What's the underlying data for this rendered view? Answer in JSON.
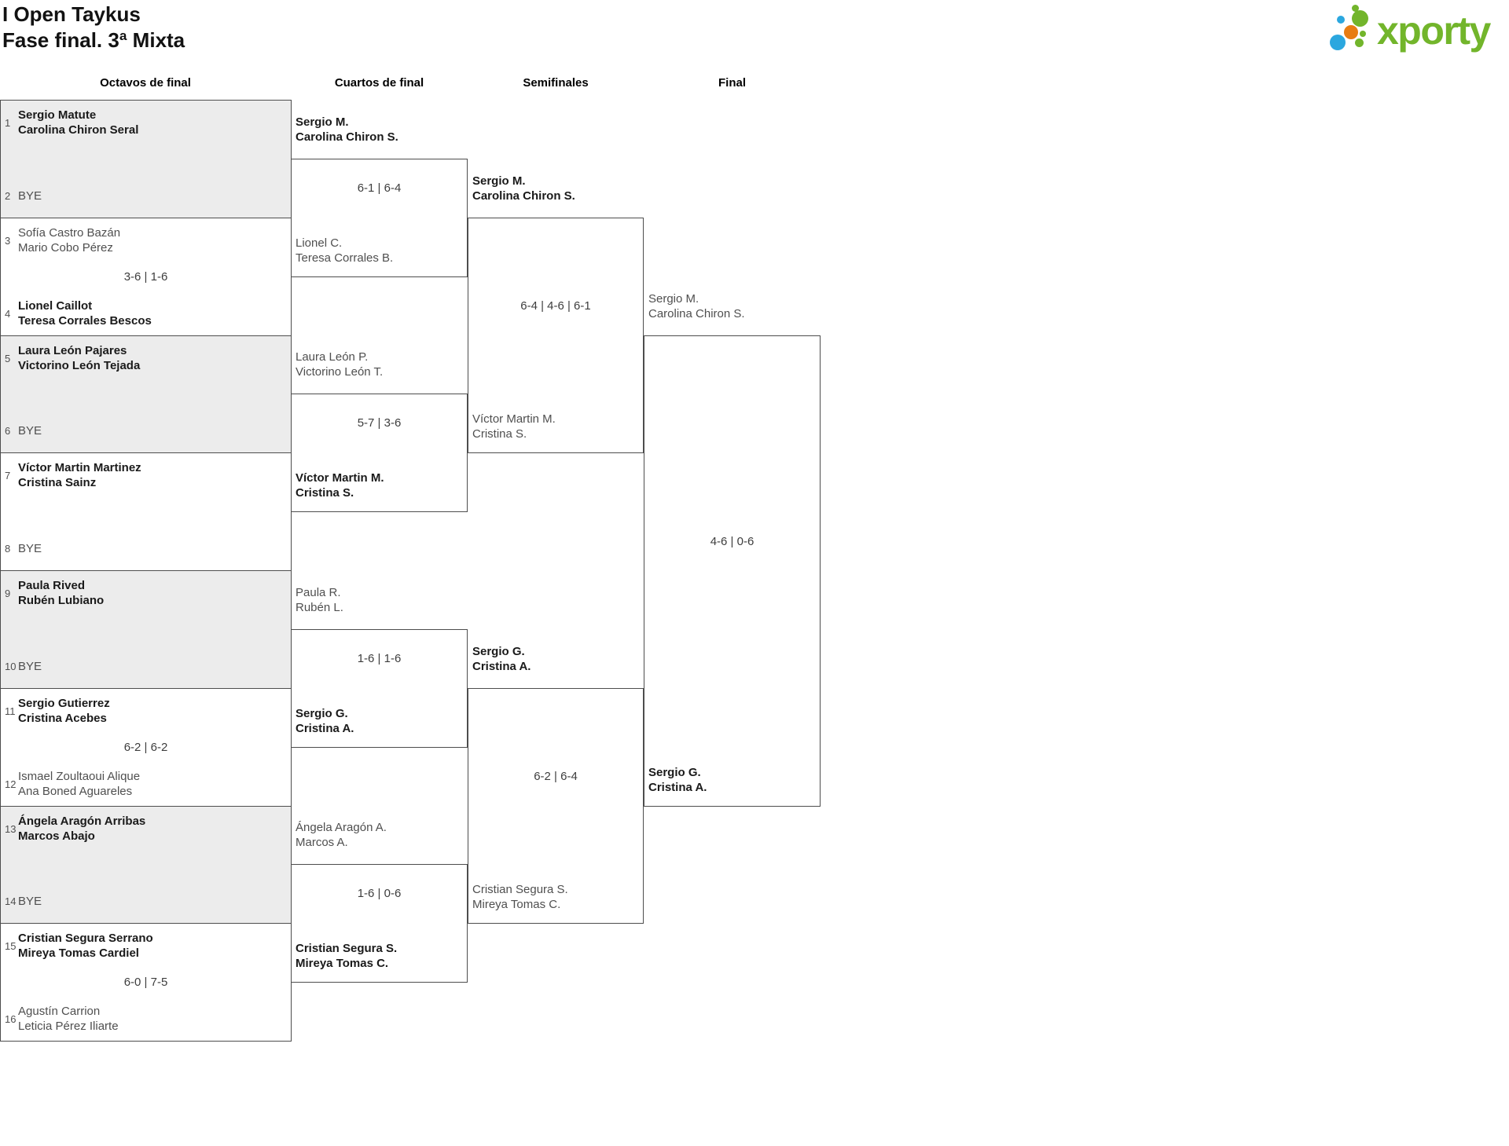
{
  "header": {
    "title_line1": "I Open Taykus",
    "title_line2": "Fase final. 3ª Mixta"
  },
  "logo": {
    "brand": "xporty",
    "green": "#72b52b",
    "blue": "#2ba7df",
    "orange": "#e87c12"
  },
  "rounds": {
    "r16": "Octavos de final",
    "qf": "Cuartos de final",
    "sf": "Semifinales",
    "f": "Final"
  },
  "bracket": {
    "octavos": [
      {
        "team1": {
          "seed": 1,
          "line1": "Sergio Matute",
          "line2": "Carolina Chiron Seral",
          "winner": true
        },
        "team2": {
          "seed": 2,
          "line1": "BYE",
          "bye": true
        }
      },
      {
        "team1": {
          "seed": 3,
          "line1": "Sofía Castro Bazán",
          "line2": "Mario Cobo Pérez",
          "winner": false
        },
        "team2": {
          "seed": 4,
          "line1": "Lionel Caillot",
          "line2": "Teresa Corrales Bescos",
          "winner": true
        },
        "score": "3-6 | 1-6"
      },
      {
        "team1": {
          "seed": 5,
          "line1": "Laura León Pajares",
          "line2": "Victorino León Tejada",
          "winner": true
        },
        "team2": {
          "seed": 6,
          "line1": "BYE",
          "bye": true
        }
      },
      {
        "team1": {
          "seed": 7,
          "line1": "Víctor Martin Martinez",
          "line2": "Cristina Sainz",
          "winner": true
        },
        "team2": {
          "seed": 8,
          "line1": "BYE",
          "bye": true
        }
      },
      {
        "team1": {
          "seed": 9,
          "line1": "Paula Rived",
          "line2": "Rubén Lubiano",
          "winner": true
        },
        "team2": {
          "seed": 10,
          "line1": "BYE",
          "bye": true
        }
      },
      {
        "team1": {
          "seed": 11,
          "line1": "Sergio Gutierrez",
          "line2": "Cristina Acebes",
          "winner": true
        },
        "team2": {
          "seed": 12,
          "line1": "Ismael Zoultaoui Alique",
          "line2": "Ana Boned Aguareles",
          "winner": false
        },
        "score": "6-2 | 6-2"
      },
      {
        "team1": {
          "seed": 13,
          "line1": "Ángela Aragón Arribas",
          "line2": "Marcos Abajo",
          "winner": true
        },
        "team2": {
          "seed": 14,
          "line1": "BYE",
          "bye": true
        }
      },
      {
        "team1": {
          "seed": 15,
          "line1": "Cristian Segura Serrano",
          "line2": "Mireya Tomas Cardiel",
          "winner": true
        },
        "team2": {
          "seed": 16,
          "line1": "Agustín Carrion",
          "line2": "Leticia Pérez Iliarte",
          "winner": false
        },
        "score": "6-0 | 7-5"
      }
    ],
    "cuartos": [
      {
        "top": {
          "line1": "Sergio M.",
          "line2": "Carolina Chiron S.",
          "winner": true
        },
        "bottom": {
          "line1": "Lionel C.",
          "line2": "Teresa Corrales B.",
          "winner": false
        },
        "score": "6-1 | 6-4"
      },
      {
        "top": {
          "line1": "Laura León P.",
          "line2": "Victorino León T.",
          "winner": false
        },
        "bottom": {
          "line1": "Víctor Martin M.",
          "line2": "Cristina S.",
          "winner": true
        },
        "score": "5-7 | 3-6"
      },
      {
        "top": {
          "line1": "Paula R.",
          "line2": "Rubén L.",
          "winner": false
        },
        "bottom": {
          "line1": "Sergio G.",
          "line2": "Cristina A.",
          "winner": true
        },
        "score": "1-6 | 1-6"
      },
      {
        "top": {
          "line1": "Ángela Aragón A.",
          "line2": "Marcos A.",
          "winner": false
        },
        "bottom": {
          "line1": "Cristian Segura S.",
          "line2": "Mireya Tomas C.",
          "winner": true
        },
        "score": "1-6 | 0-6"
      }
    ],
    "semifinales": [
      {
        "top": {
          "line1": "Sergio M.",
          "line2": "Carolina Chiron S.",
          "winner": true
        },
        "bottom": {
          "line1": "Víctor Martin M.",
          "line2": "Cristina S.",
          "winner": false
        },
        "score": "6-4 | 4-6 | 6-1"
      },
      {
        "top": {
          "line1": "Sergio G.",
          "line2": "Cristina A.",
          "winner": true
        },
        "bottom": {
          "line1": "Cristian Segura S.",
          "line2": "Mireya Tomas C.",
          "winner": false
        },
        "score": "6-2 | 6-4"
      }
    ],
    "final": {
      "top": {
        "line1": "Sergio M.",
        "line2": "Carolina Chiron S.",
        "winner": false
      },
      "bottom": {
        "line1": "Sergio G.",
        "line2": "Cristina A.",
        "winner": true
      },
      "score": "4-6 | 0-6"
    }
  }
}
